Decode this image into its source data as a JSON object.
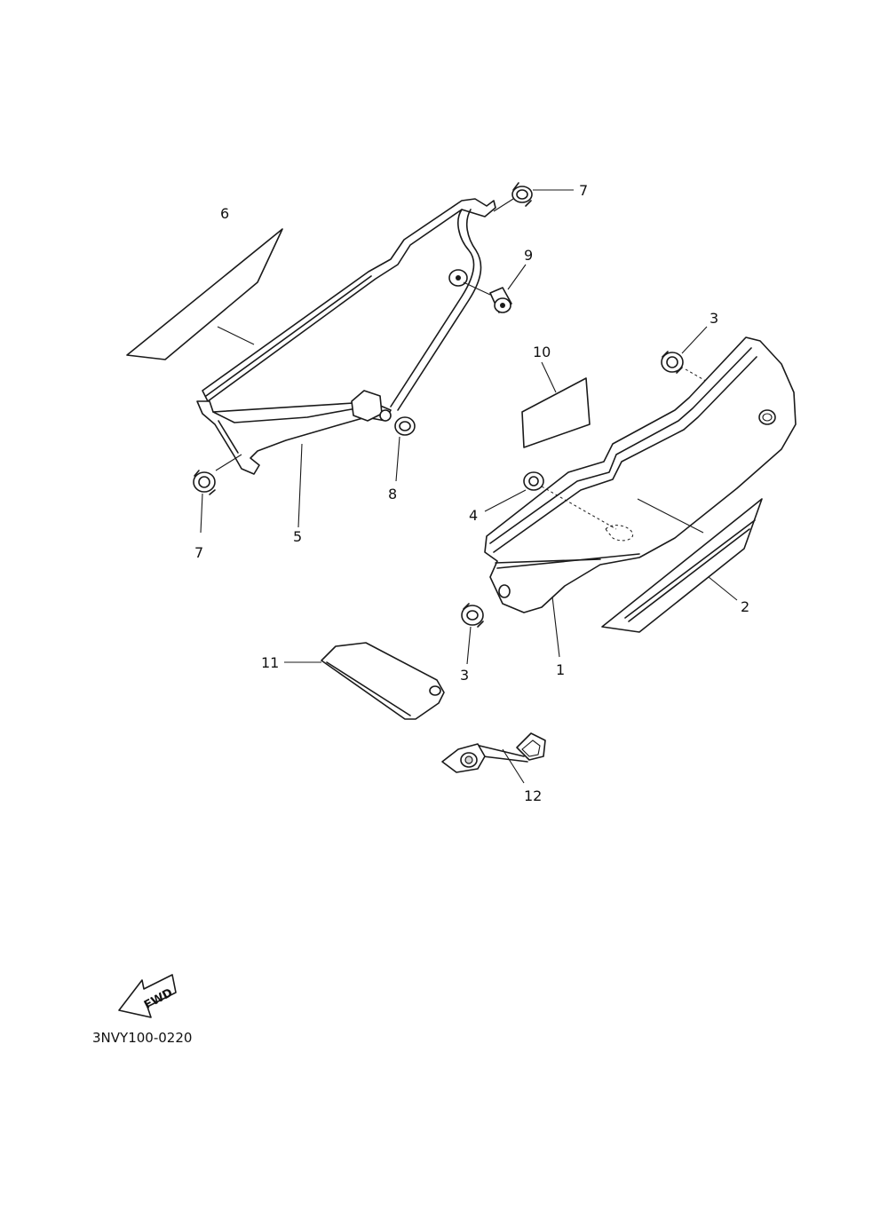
{
  "diagram": {
    "drawing_code": "3NVY100-0220",
    "direction_label": "FWD",
    "callouts": {
      "c1": "1",
      "c2": "2",
      "c3a": "3",
      "c3b": "3",
      "c4": "4",
      "c5": "5",
      "c6": "6",
      "c7a": "7",
      "c7b": "7",
      "c8": "8",
      "c9": "9",
      "c10": "10",
      "c11": "11",
      "c12": "12"
    }
  }
}
